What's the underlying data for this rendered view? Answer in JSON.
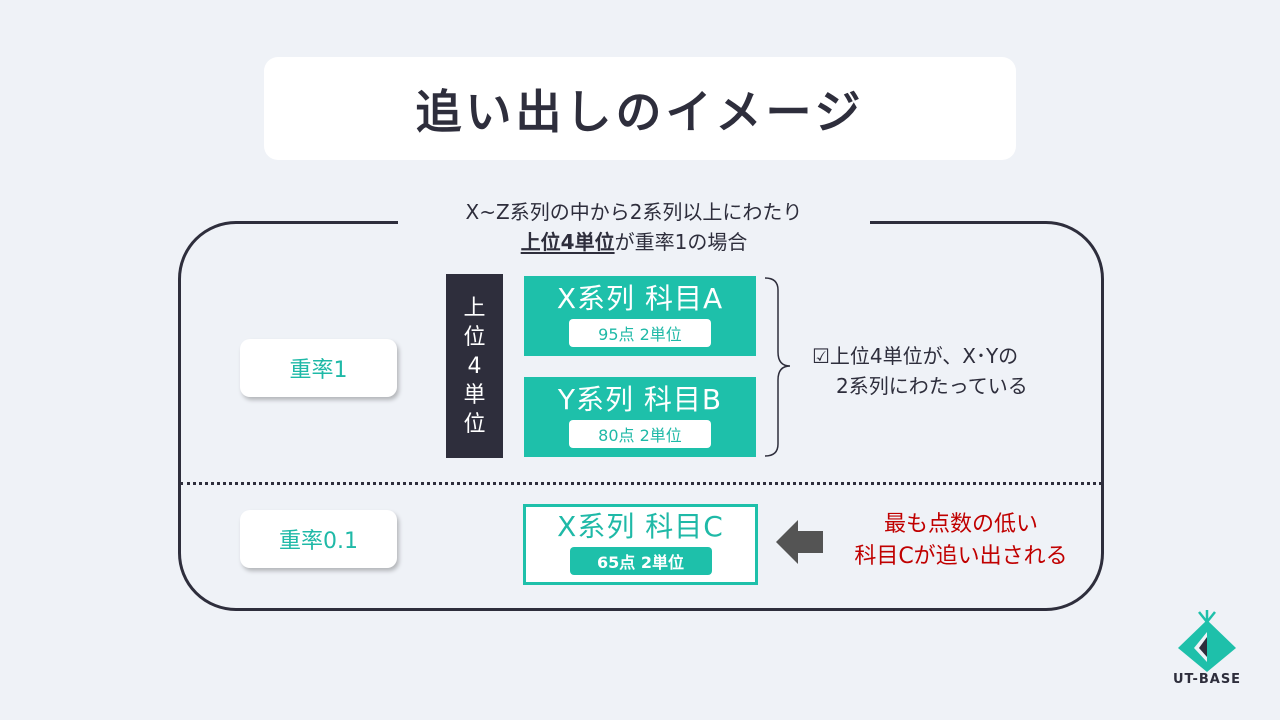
{
  "title": "追い出しのイメージ",
  "caption": {
    "line1": "X~Z系列の中から2系列以上にわたり",
    "line2_strong": "上位4単位",
    "line2_rest": "が重率1の場合"
  },
  "weights": {
    "top": "重率1",
    "bottom": "重率0.1"
  },
  "vertical_label": [
    "上",
    "位",
    "4",
    "単",
    "位"
  ],
  "subjects": {
    "a": {
      "title": "X系列  科目A",
      "score": "95点 2単位"
    },
    "b": {
      "title": "Y系列  科目B",
      "score": "80点 2単位"
    },
    "c": {
      "title": "X系列  科目C",
      "score": "65点 2単位"
    }
  },
  "note": {
    "line1": "☑上位4単位が、X･Yの",
    "line2": "2系列にわたっている"
  },
  "out_note": {
    "line1": "最も点数の低い",
    "line2": "科目Cが追い出される"
  },
  "logo": {
    "text": "UT-BASE"
  },
  "colors": {
    "background": "#eff2f7",
    "teal": "#1ec0aa",
    "navy": "#2e2e3c",
    "red": "#c00000",
    "arrow": "#545454"
  }
}
